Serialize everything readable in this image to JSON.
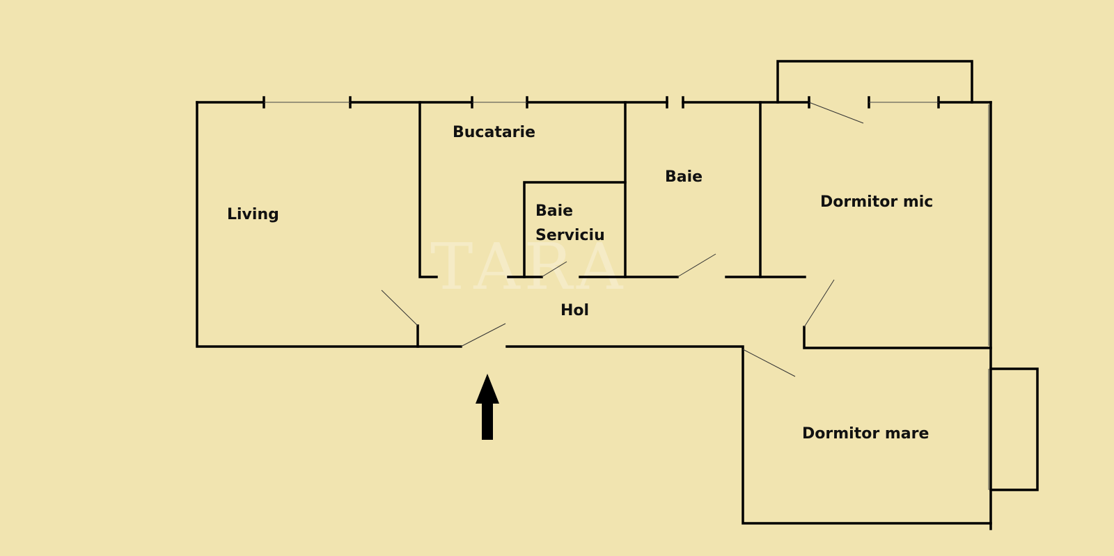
{
  "rooms": {
    "living": "Living",
    "bucatarie": "Bucatarie",
    "baie_serviciu_line1": "Baie",
    "baie_serviciu_line2": "Serviciu",
    "baie": "Baie",
    "dormitor_mic": "Dormitor mic",
    "hol": "Hol",
    "dormitor_mare": "Dormitor mare"
  },
  "watermark": "TARA",
  "colors": {
    "background": "#f1e4b0",
    "walls": "#000000"
  },
  "icons": {
    "entrance": "entrance-arrow-icon"
  }
}
